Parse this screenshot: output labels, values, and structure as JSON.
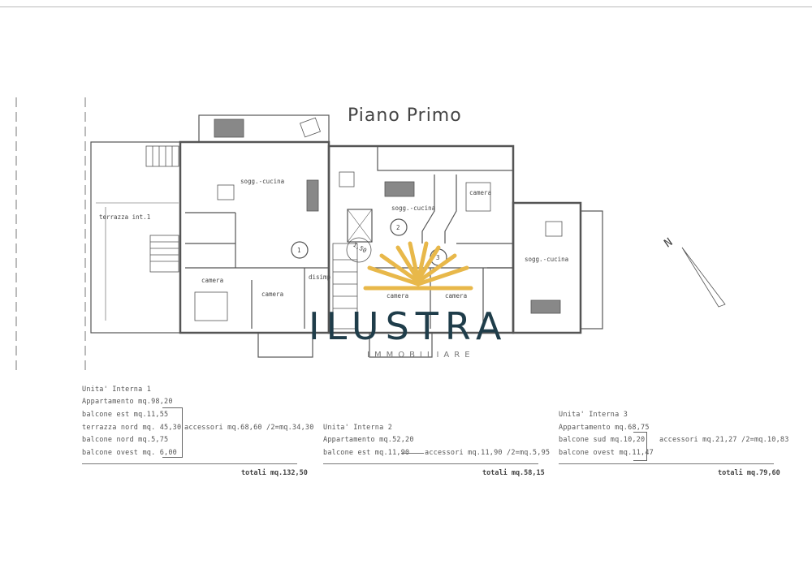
{
  "plan": {
    "title": "Piano Primo",
    "rooms": {
      "terrazza": "terrazza int.1",
      "u1_living": "sogg.-cucina",
      "u1_camera_a": "camera",
      "u1_camera_b": "camera",
      "u1_disimp": "disimp",
      "u2_living": "sogg.-cucina",
      "u2_camera_a": "camera",
      "u2_camera_b": "camera",
      "u2_camera_c": "camera",
      "u3_living": "sogg.-cucina"
    },
    "unit_markers": [
      "1",
      "2",
      "3"
    ],
    "stair_label": "1,50",
    "north_label": "N"
  },
  "logo": {
    "name": "ILUSTRA",
    "subtitle": "IMMOBILIARE",
    "sun_color": "#e8b84a",
    "text_color": "#1f3d4a"
  },
  "units": [
    {
      "header": "Unita' Interna 1",
      "appartamento": "Appartamento mq.98,20",
      "accessori_items": [
        "balcone est mq.11,55",
        "terrazza nord mq. 45,30",
        "balcone nord mq.5,75",
        "balcone ovest mq. 6,00"
      ],
      "accessori": "accessori mq.68,60 /2=mq.34,30",
      "totale": "totali mq.132,50"
    },
    {
      "header": "Unita' Interna 2",
      "appartamento": "Appartamento mq.52,20",
      "accessori_items": [
        "balcone est mq.11,90"
      ],
      "accessori": "accessori mq.11,90 /2=mq.5,95",
      "totale": "totali mq.58,15"
    },
    {
      "header": "Unita' Interna 3",
      "appartamento": "Appartamento mq.68,75",
      "accessori_items": [
        "balcone sud  mq.10,20",
        "balcone ovest mq.11,47"
      ],
      "accessori": "accessori mq.21,27 /2=mq.10,83",
      "totale": "totali mq.79,60"
    }
  ]
}
